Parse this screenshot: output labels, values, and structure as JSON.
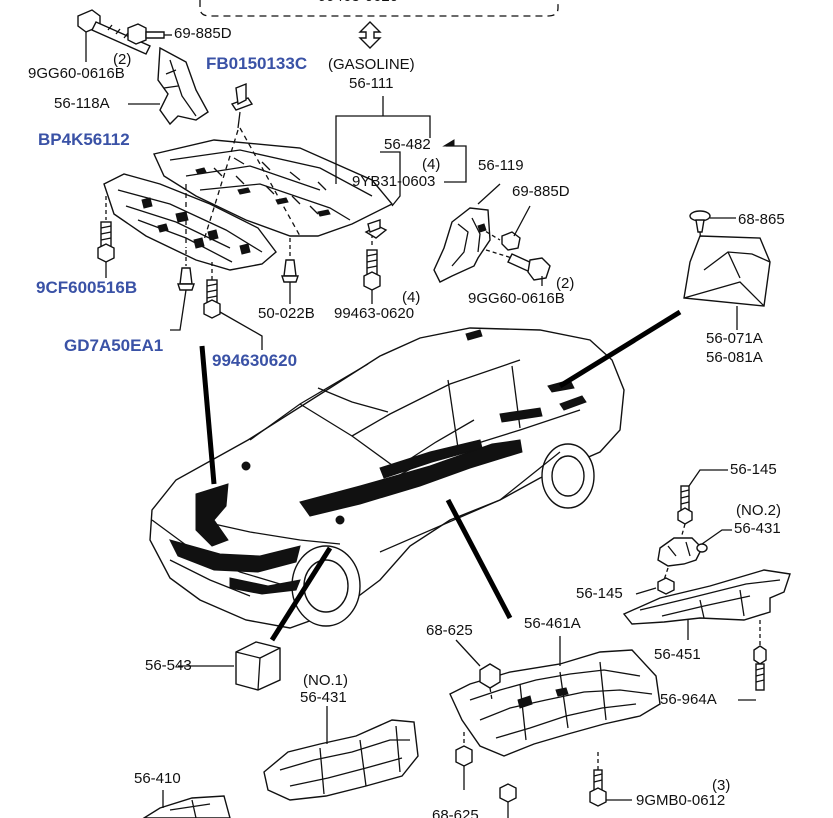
{
  "top_ref": "99463-0620",
  "part_numbers": {
    "top_bracket_bolt": "69-885D",
    "top_qty_2": "(2)",
    "top_bolt": "9GG60-0616B",
    "bracket": "56-118A",
    "gasoline_note": "(GASOLINE)",
    "undercover": "56-111",
    "clip_482": "56-482",
    "qty_4a": "(4)",
    "clip_9yb": "9YB31-0603",
    "splash_119": "56-119",
    "bolt_885d_right": "69-885D",
    "clip_865": "68-865",
    "qty_2b": "(2)",
    "bolt_9gg_right": "9GG60-0616B",
    "clip_022b": "50-022B",
    "qty_4b": "(4)",
    "bolt_0620": "99463-0620",
    "cover_071a": "56-071A",
    "cover_081a": "56-081A",
    "bolt_145_top": "56-145",
    "no2": "(NO.2)",
    "insulator_431_no2": "56-431",
    "bolt_145_mid": "56-145",
    "insulator_451": "56-451",
    "nut_625_top": "68-625",
    "insulator_461a": "56-461A",
    "block_543": "56-543",
    "no1": "(NO.1)",
    "insulator_431_no1": "56-431",
    "bolt_964a": "56-964A",
    "insulator_410": "56-410",
    "nut_625_bottom": "68-625",
    "qty_3": "(3)",
    "bolt_9gmb": "9GMB0-0612"
  },
  "highlight_codes": {
    "code_fb": "FB0150133C",
    "code_bp": "BP4K56112",
    "code_9cf": "9CF600516B",
    "code_gd7": "GD7A50EA1",
    "code_9946": "994630620"
  },
  "highlight_color": "#3a52a6"
}
